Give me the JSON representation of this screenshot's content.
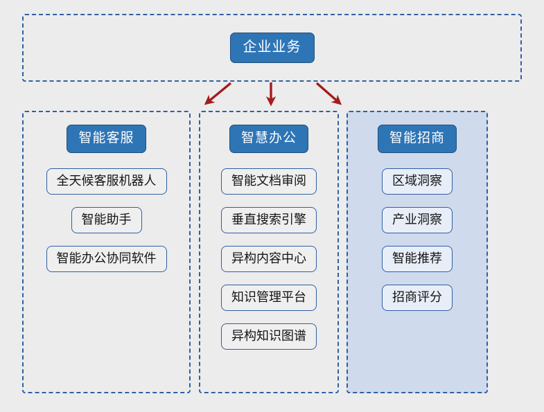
{
  "colors": {
    "background": "#ECECEC",
    "accent_blue": "#2E75B6",
    "border_blue": "#2E5FA3",
    "arrow_red": "#A51C1C",
    "highlight_column_fill": "#CFDAEC",
    "item_fill": "#EFEFEF",
    "header_text": "#FFFFFF",
    "item_text": "#141414"
  },
  "root": {
    "label": "企业业务"
  },
  "arrows": [
    {
      "name": "arrow-to-column-0",
      "direction": "down-left"
    },
    {
      "name": "arrow-to-column-1",
      "direction": "down"
    },
    {
      "name": "arrow-to-column-2",
      "direction": "down-right"
    }
  ],
  "columns": [
    {
      "header": "智能客服",
      "highlighted": false,
      "items": [
        "全天候客服机器人",
        "智能助手",
        "智能办公协同软件"
      ]
    },
    {
      "header": "智慧办公",
      "highlighted": false,
      "items": [
        "智能文档审阅",
        "垂直搜索引擎",
        "异构内容中心",
        "知识管理平台",
        "异构知识图谱"
      ]
    },
    {
      "header": "智能招商",
      "highlighted": true,
      "items": [
        "区域洞察",
        "产业洞察",
        "智能推荐",
        "招商评分"
      ]
    }
  ]
}
